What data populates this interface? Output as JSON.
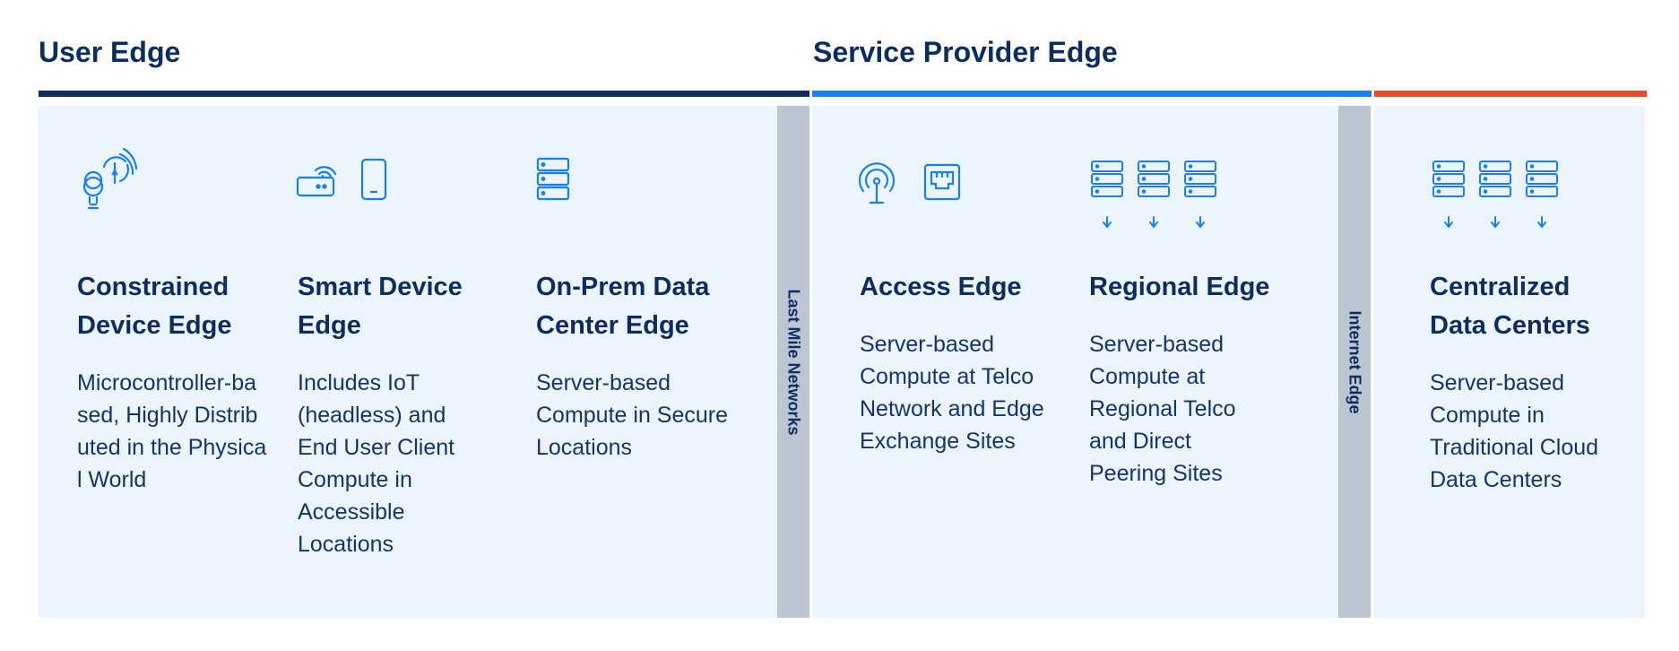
{
  "headings": {
    "user_edge": "User Edge",
    "service_provider_edge": "Service Provider Edge"
  },
  "dividers": {
    "last_mile": "Last Mile Networks",
    "internet_edge": "Internet Edge"
  },
  "columns": [
    {
      "title": "Constrained Device Edge",
      "description": "Microcontroller-based, Highly Distributed in the Physical World",
      "icon": "lightbulb-wireless-icon"
    },
    {
      "title": "Smart Device Edge",
      "description": "Includes IoT (headless) and End User Client Compute in Accessible Locations",
      "icon": "router-and-phone-icon"
    },
    {
      "title": "On-Prem Data Center Edge",
      "description": "Server-based Compute in Secure Locations",
      "icon": "server-rack-icon"
    },
    {
      "title": "Access Edge",
      "description": "Server-based Compute at Telco Network and Edge Exchange Sites",
      "icon": "antenna-and-ethernet-port-icon"
    },
    {
      "title": "Regional Edge",
      "description": "Server-based Compute at Regional Telco and Direct Peering Sites",
      "icon": "server-racks-icon"
    },
    {
      "title": "Centralized Data Centers",
      "description": "Server-based Compute in Traditional Cloud Data Centers",
      "icon": "server-racks-icon"
    }
  ],
  "colors": {
    "navy": "#0c2d5e",
    "blue": "#1a7ff0",
    "red": "#f2452e",
    "panel": "#ecf4fd",
    "divider": "#bcc6d3",
    "icon": "#1a7ff0"
  }
}
